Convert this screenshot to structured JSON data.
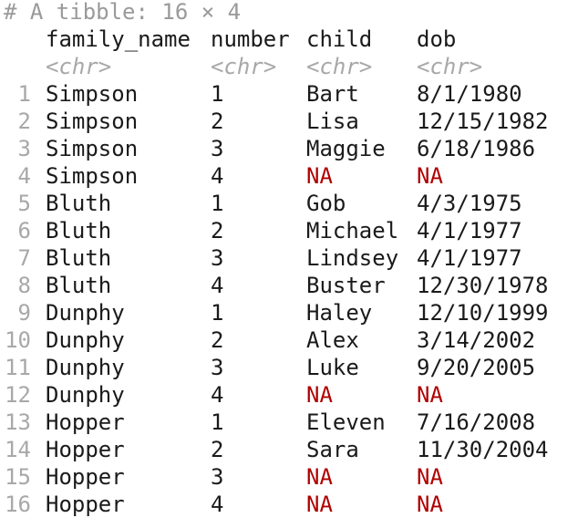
{
  "console": {
    "header": "# A tibble: 16 × 4",
    "columns": [
      {
        "name": "family_name",
        "type": "<chr>"
      },
      {
        "name": "number",
        "type": "<chr>"
      },
      {
        "name": "child",
        "type": "<chr>"
      },
      {
        "name": "dob",
        "type": "<chr>"
      }
    ],
    "rows": [
      {
        "n": "1",
        "family_name": "Simpson",
        "number": "1",
        "child": "Bart",
        "dob": "8/1/1980"
      },
      {
        "n": "2",
        "family_name": "Simpson",
        "number": "2",
        "child": "Lisa",
        "dob": "12/15/1982"
      },
      {
        "n": "3",
        "family_name": "Simpson",
        "number": "3",
        "child": "Maggie",
        "dob": "6/18/1986"
      },
      {
        "n": "4",
        "family_name": "Simpson",
        "number": "4",
        "child": "NA",
        "dob": "NA"
      },
      {
        "n": "5",
        "family_name": "Bluth",
        "number": "1",
        "child": "Gob",
        "dob": "4/3/1975"
      },
      {
        "n": "6",
        "family_name": "Bluth",
        "number": "2",
        "child": "Michael",
        "dob": "4/1/1977"
      },
      {
        "n": "7",
        "family_name": "Bluth",
        "number": "3",
        "child": "Lindsey",
        "dob": "4/1/1977"
      },
      {
        "n": "8",
        "family_name": "Bluth",
        "number": "4",
        "child": "Buster",
        "dob": "12/30/1978"
      },
      {
        "n": "9",
        "family_name": "Dunphy",
        "number": "1",
        "child": "Haley",
        "dob": "12/10/1999"
      },
      {
        "n": "10",
        "family_name": "Dunphy",
        "number": "2",
        "child": "Alex",
        "dob": "3/14/2002"
      },
      {
        "n": "11",
        "family_name": "Dunphy",
        "number": "3",
        "child": "Luke",
        "dob": "9/20/2005"
      },
      {
        "n": "12",
        "family_name": "Dunphy",
        "number": "4",
        "child": "NA",
        "dob": "NA"
      },
      {
        "n": "13",
        "family_name": "Hopper",
        "number": "1",
        "child": "Eleven",
        "dob": "7/16/2008"
      },
      {
        "n": "14",
        "family_name": "Hopper",
        "number": "2",
        "child": "Sara",
        "dob": "11/30/2004"
      },
      {
        "n": "15",
        "family_name": "Hopper",
        "number": "3",
        "child": "NA",
        "dob": "NA"
      },
      {
        "n": "16",
        "family_name": "Hopper",
        "number": "4",
        "child": "NA",
        "dob": "NA"
      }
    ]
  },
  "colors": {
    "na": "#b00000",
    "muted": "#a8a8a8",
    "text": "#1a1a1a"
  }
}
